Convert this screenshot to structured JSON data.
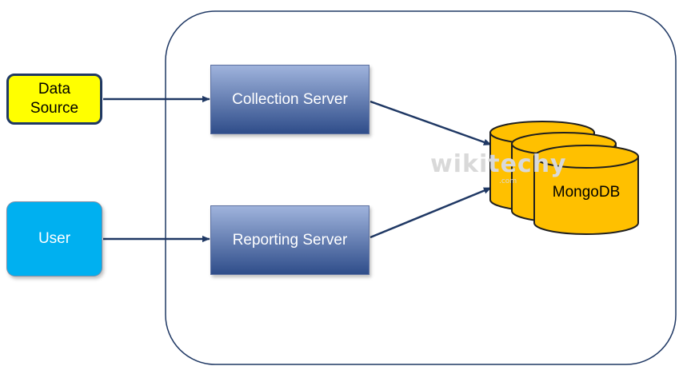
{
  "diagram": {
    "nodes": {
      "data_source": {
        "label": "Data Source",
        "fill": "#ffff00"
      },
      "user": {
        "label": "User",
        "fill": "#00b0f0"
      },
      "collection_server": {
        "label": "Collection Server"
      },
      "reporting_server": {
        "label": "Reporting Server"
      },
      "database": {
        "label": "MongoDB",
        "fill": "#ffc000"
      }
    },
    "edges": [
      {
        "from": "data_source",
        "to": "collection_server"
      },
      {
        "from": "user",
        "to": "reporting_server"
      },
      {
        "from": "collection_server",
        "to": "database"
      },
      {
        "from": "reporting_server",
        "to": "database"
      }
    ],
    "colors": {
      "arrow": "#1f3864",
      "container_border": "#1f3864",
      "server_gradient_top": "#9fb3dc",
      "server_gradient_bottom": "#2f4d8a",
      "database_outline": "#1f1f1f"
    }
  },
  "watermark": {
    "brand": "wikitechy",
    "domain": ".com"
  }
}
